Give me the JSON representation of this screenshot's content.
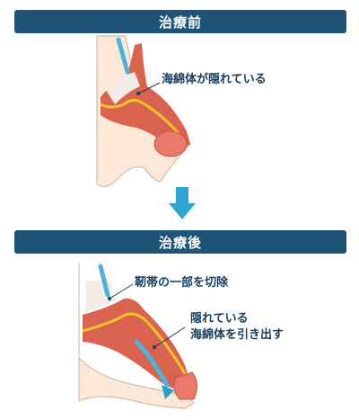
{
  "before": {
    "title": "治療前",
    "annotation": "海綿体が隠れている"
  },
  "after": {
    "title": "治療後",
    "annotation_1": "靭帯の一部を切除",
    "annotation_2_line1": "隠れている",
    "annotation_2_line2": "海綿体を引き出す"
  },
  "colors": {
    "banner": "#1d5478",
    "tissue": "#d9634f",
    "skin": "#fde8d8",
    "arrow": "#2a9fc8"
  }
}
